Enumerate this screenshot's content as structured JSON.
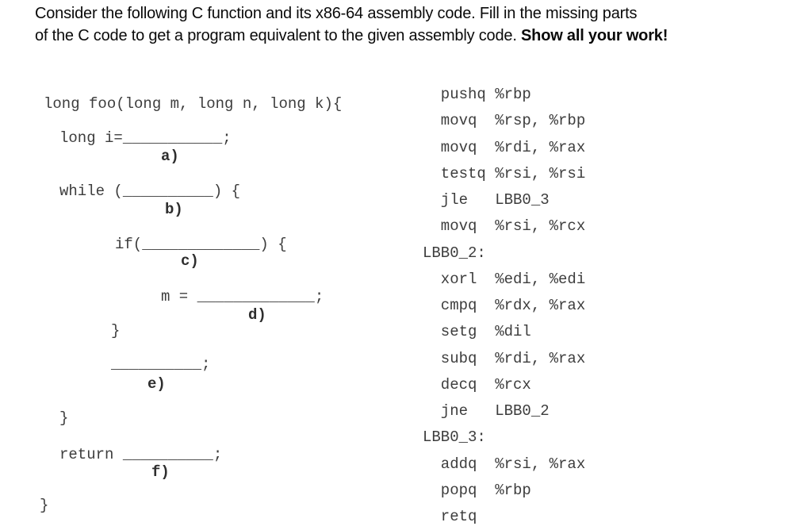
{
  "colors": {
    "background": "#ffffff",
    "title_text": "#0a0a0a",
    "code_text": "#3d3d3d"
  },
  "title": {
    "line1": "Consider the following C function and its x86-64 assembly code. Fill in the missing parts",
    "line2_normal": "of the C code to get a program equivalent to the given assembly code.",
    "line2_bold": "Show all your work!"
  },
  "c_code": {
    "lines": [
      "long foo(long m, long n, long k){",
      "long i=___________;",
      "while (__________) {",
      "if(_____________) {",
      "m = _____________;",
      "}",
      "__________;",
      "}",
      "return __________;",
      "}"
    ],
    "blank_labels": [
      "a)",
      "b)",
      "c)",
      "d)",
      "e)",
      "f)"
    ]
  },
  "assembly": {
    "lines": [
      "  pushq %rbp",
      "  movq  %rsp, %rbp",
      "  movq  %rdi, %rax",
      "  testq %rsi, %rsi",
      "  jle   LBB0_3",
      "  movq  %rsi, %rcx",
      "LBB0_2:",
      "  xorl  %edi, %edi",
      "  cmpq  %rdx, %rax",
      "  setg  %dil",
      "  subq  %rdi, %rax",
      "  decq  %rcx",
      "  jne   LBB0_2",
      "LBB0_3:",
      "  addq  %rsi, %rax",
      "  popq  %rbp",
      "  retq"
    ]
  }
}
